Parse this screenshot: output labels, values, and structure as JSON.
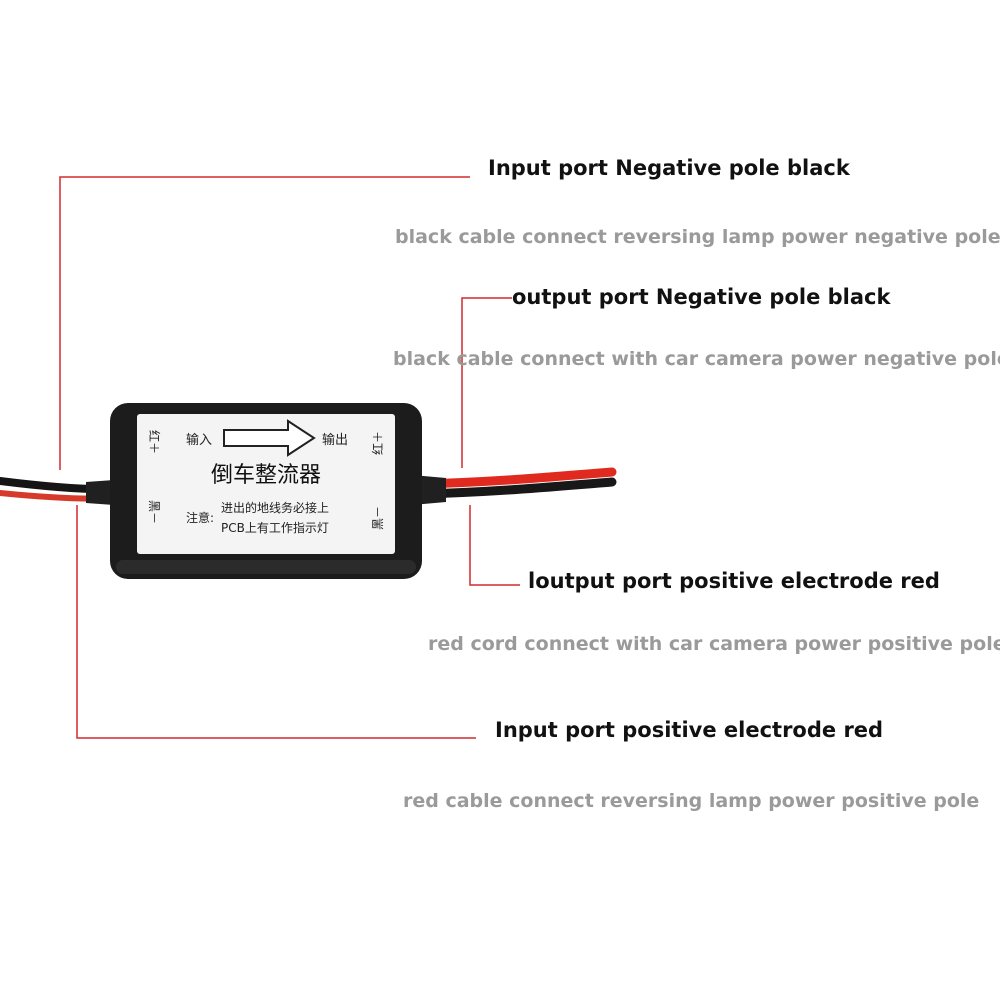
{
  "labels": {
    "input_negative": {
      "title": "Input port Negative pole black",
      "description": "black cable connect reversing lamp power negative pole"
    },
    "output_negative": {
      "title": "output port Negative pole black",
      "description": "black cable connect with car camera power negative pole"
    },
    "output_positive": {
      "title": "loutput port positive electrode red",
      "description": "red cord connect with car camera power positive pole"
    },
    "input_positive": {
      "title": "Input port positive electrode red",
      "description": "red cable connect reversing lamp power positive pole"
    }
  },
  "device": {
    "input_text": "输入",
    "output_text": "输出",
    "name": "倒车整流器",
    "note_label": "注意:",
    "note_line1": "进出的地线务必接上",
    "note_line2": "PCB上有工作指示灯",
    "left_plus": "红＋",
    "left_minus": "黑－",
    "right_plus": "红＋",
    "right_minus": "黑－"
  },
  "colors": {
    "leader_line": "#d42a2a",
    "red_wire": "#e02a20",
    "black_wire": "#151515",
    "housing": "#1c1c1c",
    "label_face": "#f4f4f4"
  }
}
